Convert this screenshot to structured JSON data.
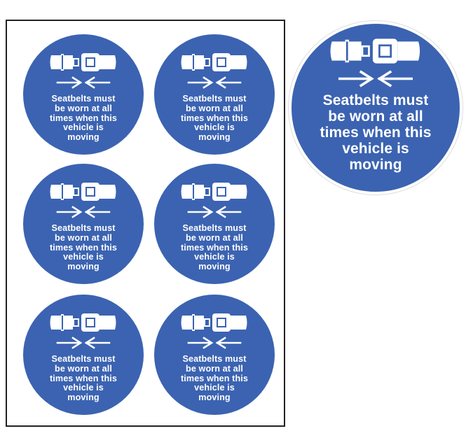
{
  "sign": {
    "lines": [
      "Seatbelts must",
      "be worn at all",
      "times when this",
      "vehicle is",
      "moving"
    ],
    "icon": "seatbelt-buckle-icon",
    "color": "#3b63b1"
  }
}
